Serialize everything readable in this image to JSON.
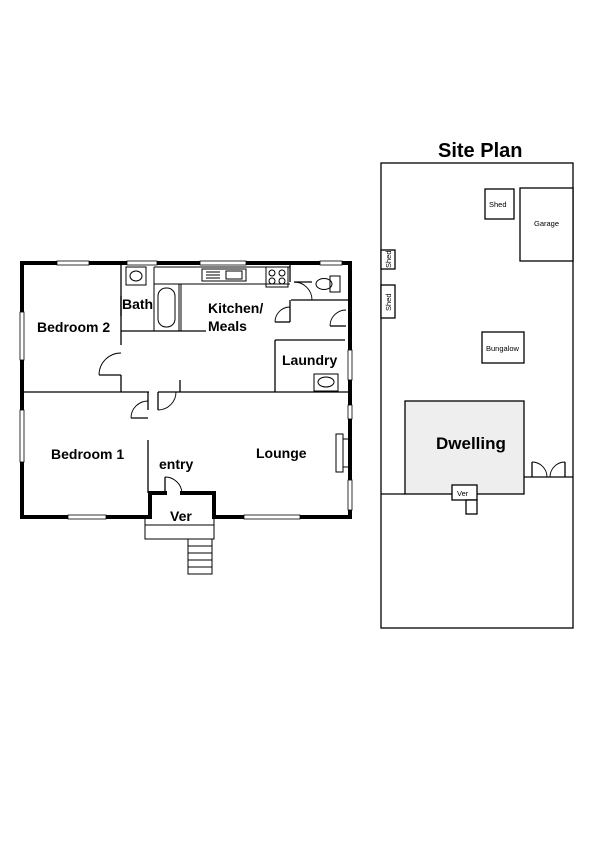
{
  "floor_plan": {
    "rooms": {
      "bedroom2": "Bedroom 2",
      "bath": "Bath",
      "kitchen_line1": "Kitchen/",
      "kitchen_line2": "Meals",
      "laundry": "Laundry",
      "bedroom1": "Bedroom 1",
      "entry": "entry",
      "lounge": "Lounge",
      "ver": "Ver"
    }
  },
  "site_plan": {
    "title": "Site Plan",
    "labels": {
      "shed_top": "Shed",
      "garage": "Garage",
      "shed_side_1": "Shed",
      "shed_side_2": "Shed",
      "bungalow": "Bungalow",
      "dwelling": "Dwelling",
      "ver": "Ver"
    },
    "colors": {
      "dwelling_fill": "#eeeeee"
    }
  }
}
